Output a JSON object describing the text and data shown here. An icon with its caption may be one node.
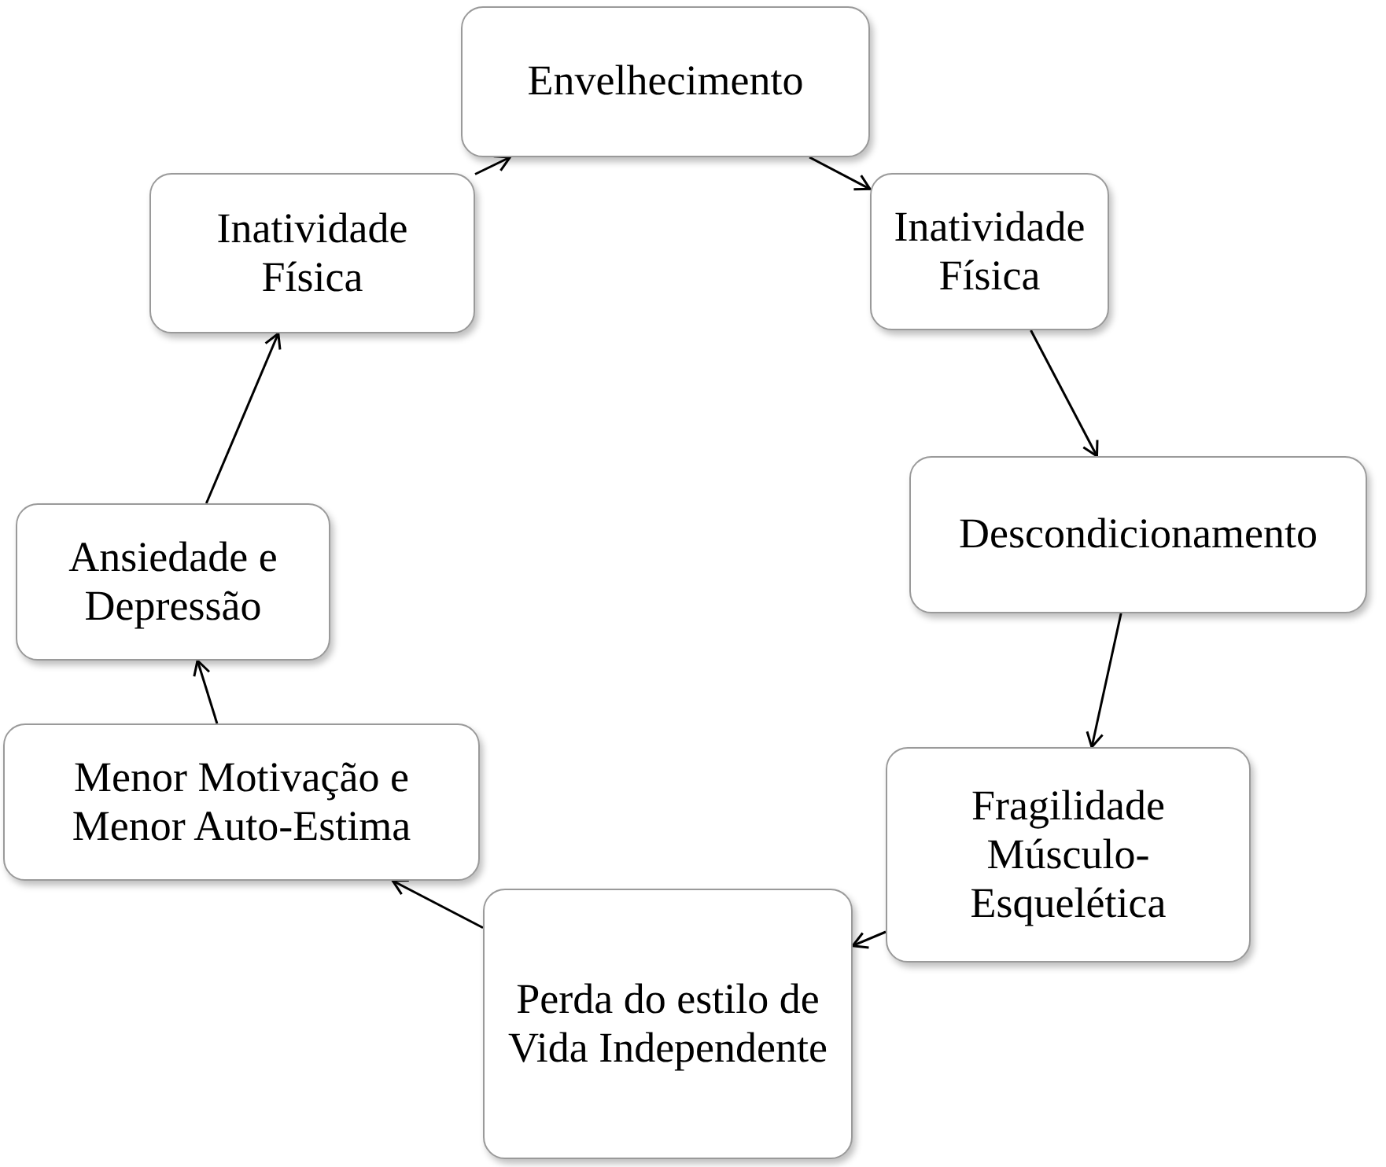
{
  "diagram": {
    "nodes": [
      {
        "text": [
          "Envelhecimento"
        ]
      },
      {
        "text": [
          "Inatividade Física"
        ]
      },
      {
        "text": [
          "Descondicionamento"
        ]
      },
      {
        "text": [
          "Fragilidade Músculo-Esquelética"
        ]
      },
      {
        "text": [
          "Perda do estilo de Vida Independente"
        ]
      },
      {
        "text": [
          "Menor Motivação e Menor Auto-Estima"
        ]
      },
      {
        "text": [
          "Ansiedade e Depressão"
        ]
      },
      {
        "text": [
          "Inatividade Física"
        ]
      }
    ],
    "edges": [
      {
        "from": 0,
        "to": 1,
        "arrow": "to"
      },
      {
        "from": 1,
        "to": 2,
        "arrow": "to"
      },
      {
        "from": 2,
        "to": 3,
        "arrow": "to"
      },
      {
        "from": 3,
        "to": 4,
        "arrow": "to"
      },
      {
        "from": 4,
        "to": 5,
        "arrow": "to"
      },
      {
        "from": 5,
        "to": 6,
        "arrow": "to"
      },
      {
        "from": 6,
        "to": 7,
        "arrow": "to"
      },
      {
        "from": 7,
        "to": 0,
        "arrow": "to"
      }
    ]
  }
}
